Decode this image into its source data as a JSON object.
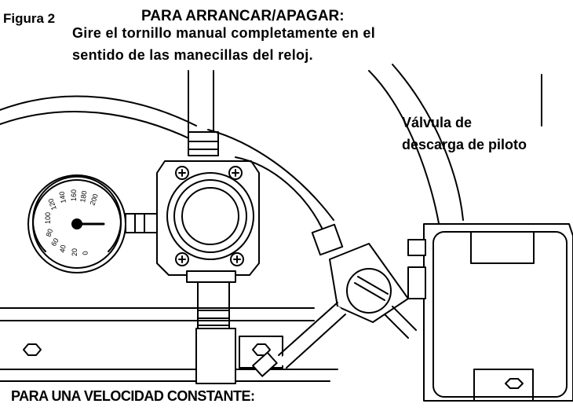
{
  "figure_label": "Figura 2",
  "title_start_stop": "PARA ARRANCAR/APAGAR:",
  "instruction_line1": "Gire el tornillo manual completamente en el",
  "instruction_line2": "sentido de las manecillas del reloj.",
  "valve_label_line1": "Válvula de",
  "valve_label_line2": "descarga de piloto",
  "title_constant_speed": "PARA UNA VELOCIDAD CONSTANTE:",
  "gauge": {
    "scale_labels": [
      "200",
      "180",
      "160",
      "140",
      "120",
      "100",
      "80",
      "60",
      "40",
      "20",
      "0"
    ]
  }
}
